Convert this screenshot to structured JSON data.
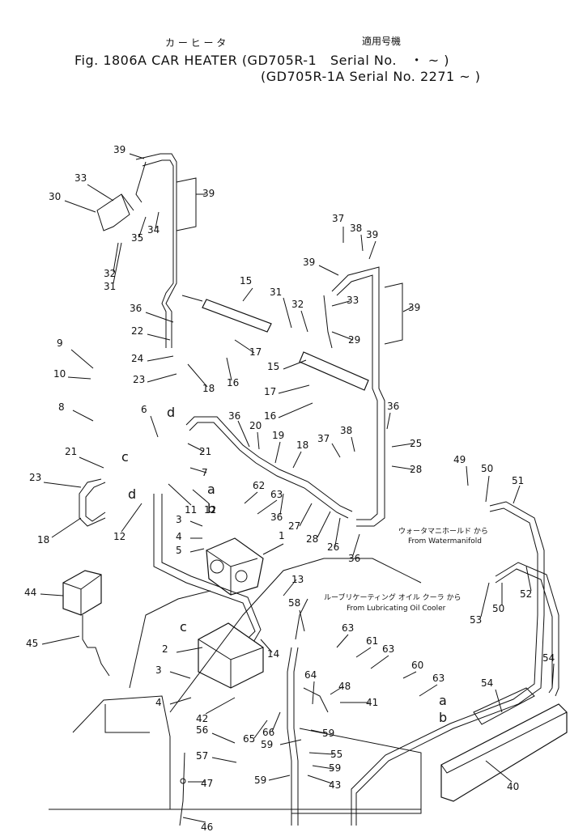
{
  "header": {
    "jp_title": "カ ー ヒ ー タ",
    "jp_applicability": "適用号機",
    "line1": "Fig. 1806A CAR HEATER (GD705R-1   Serial No.   ・ ~ )",
    "line2": "(GD705R-1A Serial No. 2271 ~ )"
  },
  "notes": {
    "water_jp": "ウォータマニホールド から",
    "water_en": "From Watermanifold",
    "oil_jp": "ルーブリケーティング オイル クーラ から",
    "oil_en": "From Lubricating Oil Cooler"
  },
  "part_labels": [
    "1",
    "2",
    "3",
    "4",
    "5",
    "6",
    "7",
    "8",
    "9",
    "10",
    "11",
    "12",
    "13",
    "14",
    "15",
    "16",
    "17",
    "18",
    "19",
    "20",
    "21",
    "22",
    "23",
    "24",
    "25",
    "26",
    "27",
    "28",
    "29",
    "30",
    "31",
    "32",
    "33",
    "34",
    "35",
    "36",
    "37",
    "38",
    "39",
    "40",
    "41",
    "42",
    "43",
    "44",
    "45",
    "46",
    "47",
    "48",
    "49",
    "50",
    "51",
    "52",
    "53",
    "54",
    "55",
    "56",
    "57",
    "58",
    "59",
    "60",
    "61",
    "62",
    "63",
    "64",
    "65",
    "66"
  ],
  "connection_letters": [
    "a",
    "b",
    "c",
    "d"
  ]
}
